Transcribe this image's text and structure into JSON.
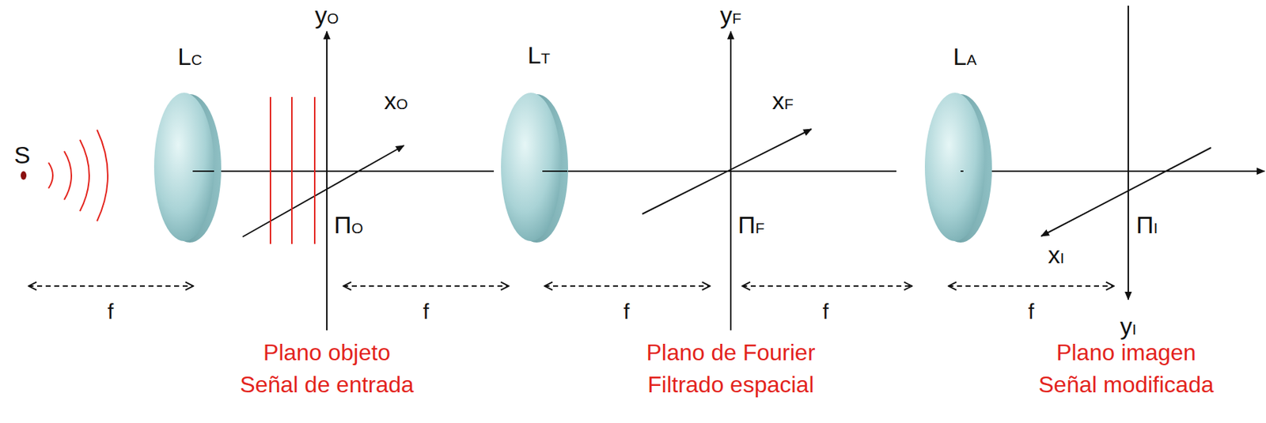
{
  "diagram": {
    "labels": [
      "yO",
      "yF",
      "LC",
      "LT",
      "LA",
      "xO",
      "xF",
      "S",
      "ΠO",
      "ΠF",
      "xI",
      "ΠI",
      "f",
      "f",
      "f",
      "f",
      "f",
      "yI",
      "Plano objeto",
      "Plano de Fourier",
      "Plano imagen",
      "Señal de entrada",
      "Filtrado espacial",
      "Señal modificada"
    ]
  }
}
